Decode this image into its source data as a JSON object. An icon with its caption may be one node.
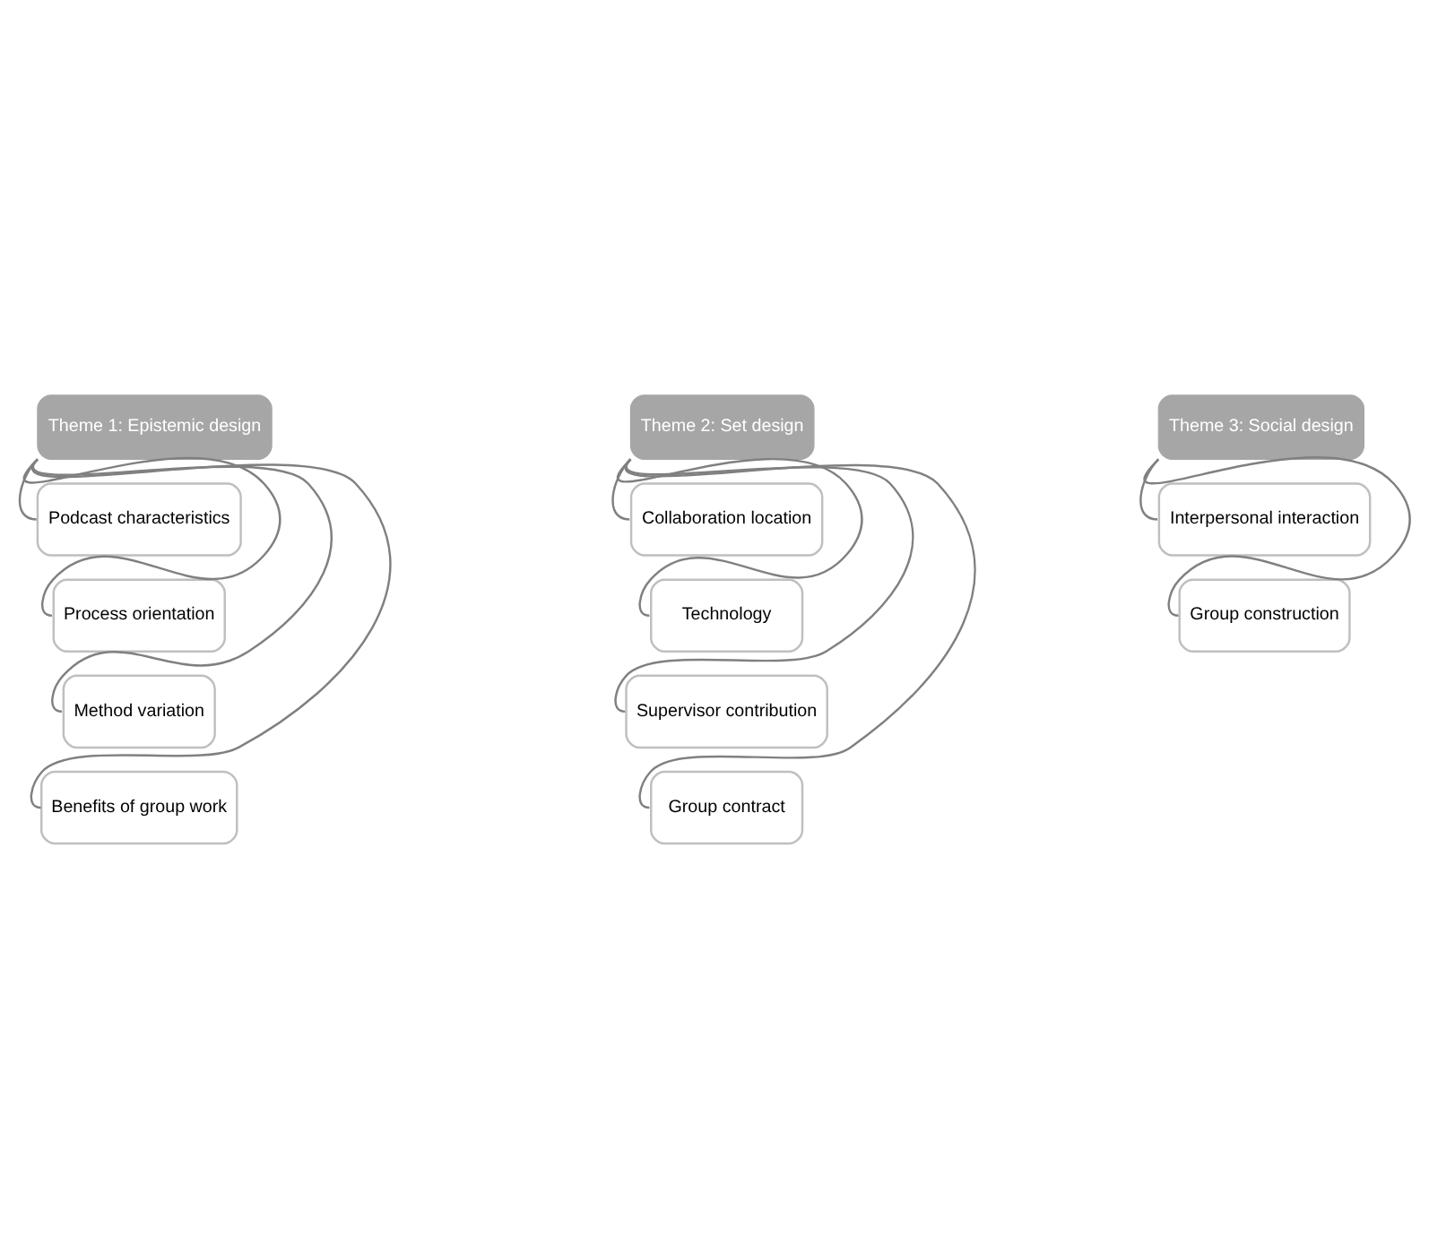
{
  "diagram": {
    "nodes": [
      {
        "text": [
          "Theme 1: Epistemic design"
        ]
      },
      {
        "text": [
          "Podcast characteristics"
        ]
      },
      {
        "text": [
          "Process orientation"
        ]
      },
      {
        "text": [
          "Method variation"
        ]
      },
      {
        "text": [
          "Benefits of group work"
        ]
      },
      {
        "text": [
          "Theme 2: Set design"
        ]
      },
      {
        "text": [
          "Collaboration location"
        ]
      },
      {
        "text": [
          "Technology"
        ]
      },
      {
        "text": [
          "Supervisor contribution"
        ]
      },
      {
        "text": [
          "Group contract"
        ]
      },
      {
        "text": [
          "Theme 3: Social design"
        ]
      },
      {
        "text": [
          "Interpersonal interaction"
        ]
      },
      {
        "text": [
          "Group construction"
        ]
      }
    ],
    "edges": [
      {
        "from": 0,
        "to": 1,
        "arrow": "none"
      },
      {
        "from": 0,
        "to": 2,
        "arrow": "none"
      },
      {
        "from": 0,
        "to": 3,
        "arrow": "none"
      },
      {
        "from": 0,
        "to": 4,
        "arrow": "none"
      },
      {
        "from": 5,
        "to": 6,
        "arrow": "none"
      },
      {
        "from": 5,
        "to": 7,
        "arrow": "none"
      },
      {
        "from": 5,
        "to": 8,
        "arrow": "none"
      },
      {
        "from": 5,
        "to": 9,
        "arrow": "none"
      },
      {
        "from": 10,
        "to": 11,
        "arrow": "none"
      },
      {
        "from": 10,
        "to": 12,
        "arrow": "none"
      }
    ]
  }
}
